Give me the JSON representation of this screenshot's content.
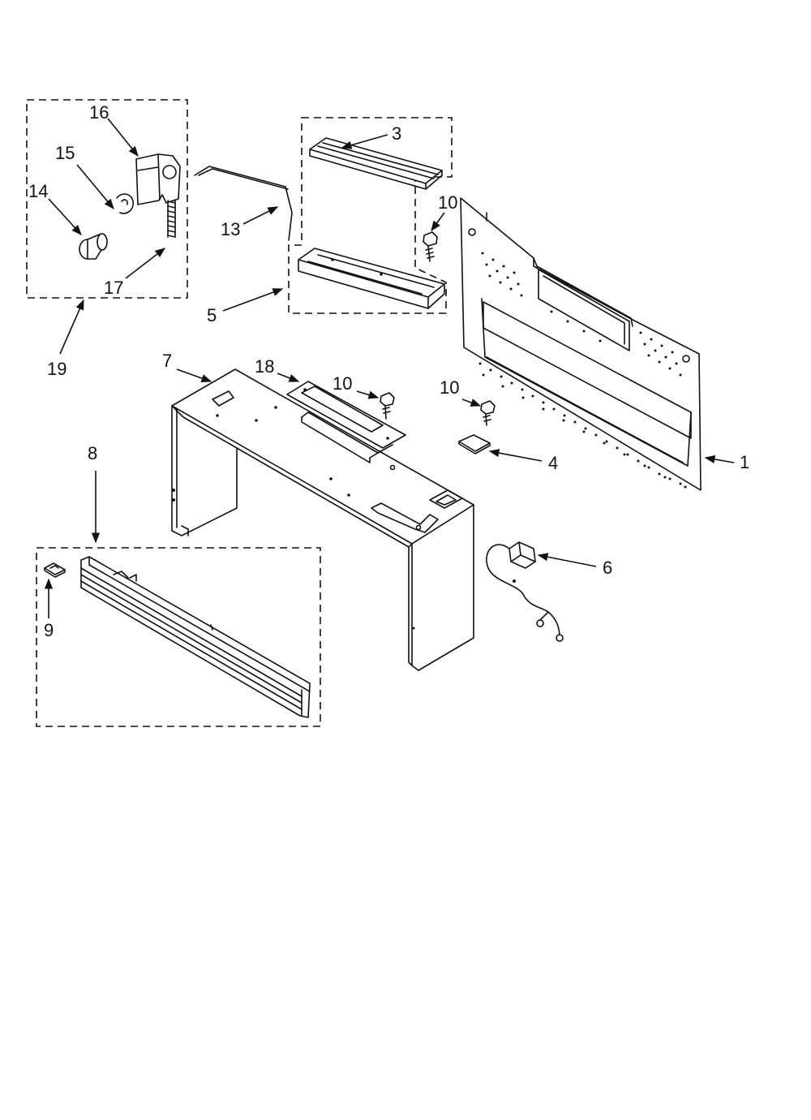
{
  "callouts": {
    "c1": "1",
    "c3": "3",
    "c4": "4",
    "c5": "5",
    "c6": "6",
    "c7": "7",
    "c8": "8",
    "c9": "9",
    "c10a": "10",
    "c10b": "10",
    "c10c": "10",
    "c13": "13",
    "c14": "14",
    "c15": "15",
    "c16": "16",
    "c17": "17",
    "c18": "18",
    "c19": "19"
  },
  "colors": {
    "line": "#111111",
    "background": "#ffffff"
  }
}
